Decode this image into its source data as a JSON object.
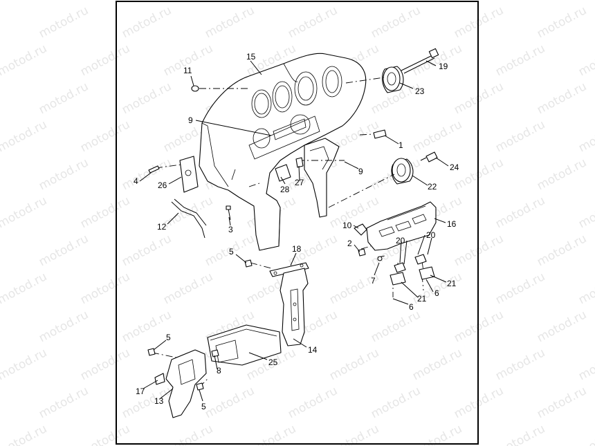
{
  "watermark": {
    "text": "motod.ru",
    "color": "#e6e6e6"
  },
  "labels": {
    "l15": "15",
    "l11": "11",
    "l19": "19",
    "l23": "23",
    "l9a": "9",
    "l1": "1",
    "l9b": "9",
    "l24": "24",
    "l4": "4",
    "l26": "26",
    "l28": "28",
    "l27": "27",
    "l22": "22",
    "l12": "12",
    "l3": "3",
    "l16": "16",
    "l10": "10",
    "l2": "2",
    "l20": "20",
    "l5a": "5",
    "l18": "18",
    "l7": "7",
    "l21a": "21",
    "l6a": "6",
    "l21b": "21",
    "l6b": "6",
    "l14": "14",
    "l5b": "5",
    "l8": "8",
    "l25": "25",
    "l17": "17",
    "l13": "13",
    "l5c": "5"
  }
}
